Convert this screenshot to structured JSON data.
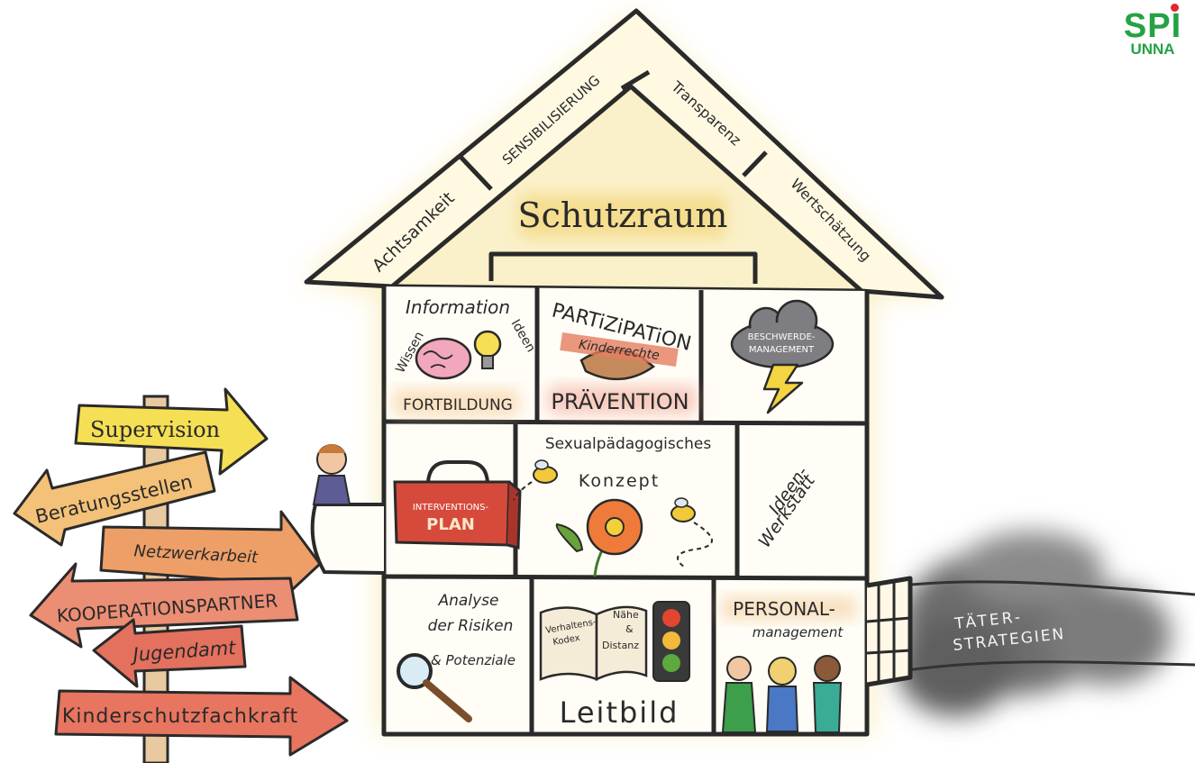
{
  "logo": {
    "main": "SPI",
    "sub": "UNNA"
  },
  "roof": {
    "title": "Schutzraum",
    "beams": [
      "Achtsamkeit",
      "SENSIBILISIERUNG",
      "Transparenz",
      "Wertschätzung"
    ]
  },
  "rooms": {
    "information": {
      "title": "Information",
      "left": "Wissen",
      "right": "Ideen",
      "bottom": "FORTBILDUNG"
    },
    "partizipation": {
      "title": "PARTiZiPATiON",
      "ribbon": "Kinderrechte",
      "bottom": "PRÄVENTION"
    },
    "beschwerde": {
      "line1": "BESCHWERDE-",
      "line2": "MANAGEMENT"
    },
    "intervention": {
      "line1": "INTERVENTIONS-",
      "line2": "PLAN"
    },
    "konzept": {
      "line1": "Sexualpädagogisches",
      "line2": "Konzept"
    },
    "ideen": {
      "line1": "Ideen-",
      "line2": "Werkstatt"
    },
    "analyse": {
      "line1": "Analyse",
      "line2": "der Risiken",
      "line3": "& Potenziale"
    },
    "leitbild": {
      "title": "Leitbild",
      "book_left": [
        "Verhaltens-",
        "Kodex"
      ],
      "book_right": [
        "Nähe",
        "&",
        "Distanz"
      ]
    },
    "personal": {
      "line1": "PERSONAL-",
      "line2": "management"
    }
  },
  "signpost": [
    "Supervision",
    "Beratungsstellen",
    "Netzwerkarbeit",
    "KOOPERATIONSPARTNER",
    "Jugendamt",
    "Kinderschutzfachkraft"
  ],
  "cloud": {
    "line1": "TÄTER-",
    "line2": "STRATEGIEN"
  },
  "colors": {
    "outline": "#2a2a2a",
    "house_fill": "#fffdf6",
    "glow": "#f6e08a",
    "sign_yellow": "#f5df55",
    "sign_light_orange": "#f3c177",
    "sign_orange": "#ee9f67",
    "sign_salmon": "#ec8e74",
    "sign_red": "#e4705e",
    "sign_deep": "#e8755f",
    "case_red": "#d64a3c",
    "cloud_grey": "#6d6d6d",
    "logo_green": "#25a244",
    "logo_red": "#e3262e"
  }
}
